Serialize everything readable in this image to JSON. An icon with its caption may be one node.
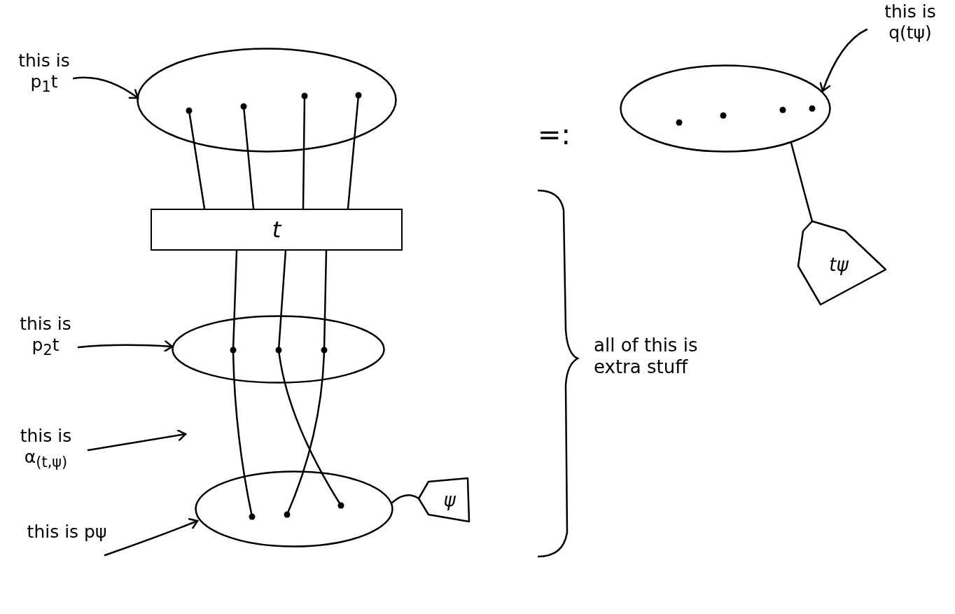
{
  "diagram": {
    "nodes": [
      {
        "text": [
          "this is p$_{1}$t"
        ]
      },
      {
        "text": [],
        "shape": "ellipse"
      },
      {
        "text": [
          "t"
        ]
      },
      {
        "text": [
          "this is p$_{2}$t"
        ]
      },
      {
        "text": [],
        "shape": "ellipse"
      },
      {
        "text": [
          "this is α$_{(t,ψ)}$"
        ]
      },
      {
        "text": [
          "this is pψ"
        ]
      },
      {
        "text": [],
        "shape": "ellipse"
      },
      {
        "text": [
          "ψ"
        ]
      },
      {
        "text": [
          "this is q(tψ)"
        ]
      },
      {
        "text": [],
        "shape": "ellipse"
      },
      {
        "text": [
          "tψ"
        ]
      }
    ],
    "edges": [
      {
        "from": 0,
        "to": 1,
        "arrow": "to"
      },
      {
        "from": 3,
        "to": 4,
        "arrow": "to"
      },
      {
        "from": 5,
        "to": null,
        "arrow": "to"
      },
      {
        "from": 6,
        "to": 7,
        "arrow": "to"
      },
      {
        "from": 9,
        "to": 10,
        "arrow": "to"
      },
      {
        "from": 1,
        "to": 2,
        "arrow": "none"
      },
      {
        "from": 1,
        "to": 2,
        "arrow": "none"
      },
      {
        "from": 1,
        "to": 2,
        "arrow": "none"
      },
      {
        "from": 1,
        "to": 2,
        "arrow": "none"
      },
      {
        "from": 2,
        "to": 4,
        "arrow": "none"
      },
      {
        "from": 2,
        "to": 4,
        "arrow": "none"
      },
      {
        "from": 2,
        "to": 4,
        "arrow": "none"
      },
      {
        "from": 4,
        "to": 7,
        "arrow": "none"
      },
      {
        "from": 4,
        "to": 7,
        "arrow": "none"
      },
      {
        "from": 4,
        "to": 7,
        "arrow": "none"
      },
      {
        "from": 7,
        "to": 8,
        "arrow": "none"
      },
      {
        "from": 10,
        "to": 11,
        "arrow": "none"
      }
    ],
    "labels": [
      "=:",
      "all of this is extra stuff"
    ]
  }
}
